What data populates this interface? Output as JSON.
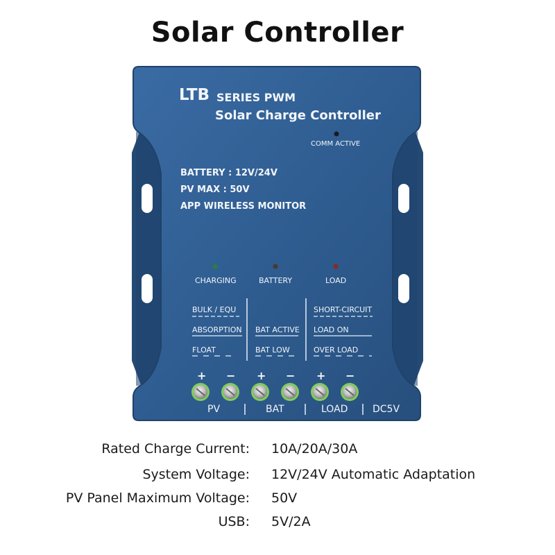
{
  "page_title": "Solar Controller",
  "device": {
    "brand": "LTB",
    "series": "SERIES PWM",
    "subtitle": "Solar Charge Controller",
    "comm_label": "COMM ACTIVE",
    "specs": [
      "BATTERY : 12V/24V",
      "PV MAX : 50V",
      "APP WIRELESS MONITOR"
    ],
    "indicators": [
      {
        "label": "CHARGING",
        "color": "#2f7d3c"
      },
      {
        "label": "BATTERY",
        "color": "#4a3a2a"
      },
      {
        "label": "LOAD",
        "color": "#8a2a22"
      }
    ],
    "status_columns": [
      [
        "BULK / EQU",
        "ABSORPTION",
        "FLOAT"
      ],
      [
        "BAT ACTIVE",
        "BAT LOW"
      ],
      [
        "SHORT-CIRCUIT",
        "LOAD ON",
        "OVER LOAD"
      ]
    ],
    "polarity": [
      "+",
      "−",
      "+",
      "−",
      "+",
      "−"
    ],
    "terminal_groups": [
      "PV",
      "BAT",
      "LOAD",
      "DC5V"
    ],
    "colors": {
      "body": "#2f5d91",
      "terminal_ring": "#7fcf57"
    }
  },
  "specifications": [
    {
      "label": "Rated Charge Current:",
      "value": "10A/20A/30A"
    },
    {
      "label": "System Voltage:",
      "value": "12V/24V Automatic Adaptation"
    },
    {
      "label": "PV Panel Maximum Voltage:",
      "value": "50V"
    },
    {
      "label": "USB:",
      "value": "5V/2A"
    }
  ]
}
